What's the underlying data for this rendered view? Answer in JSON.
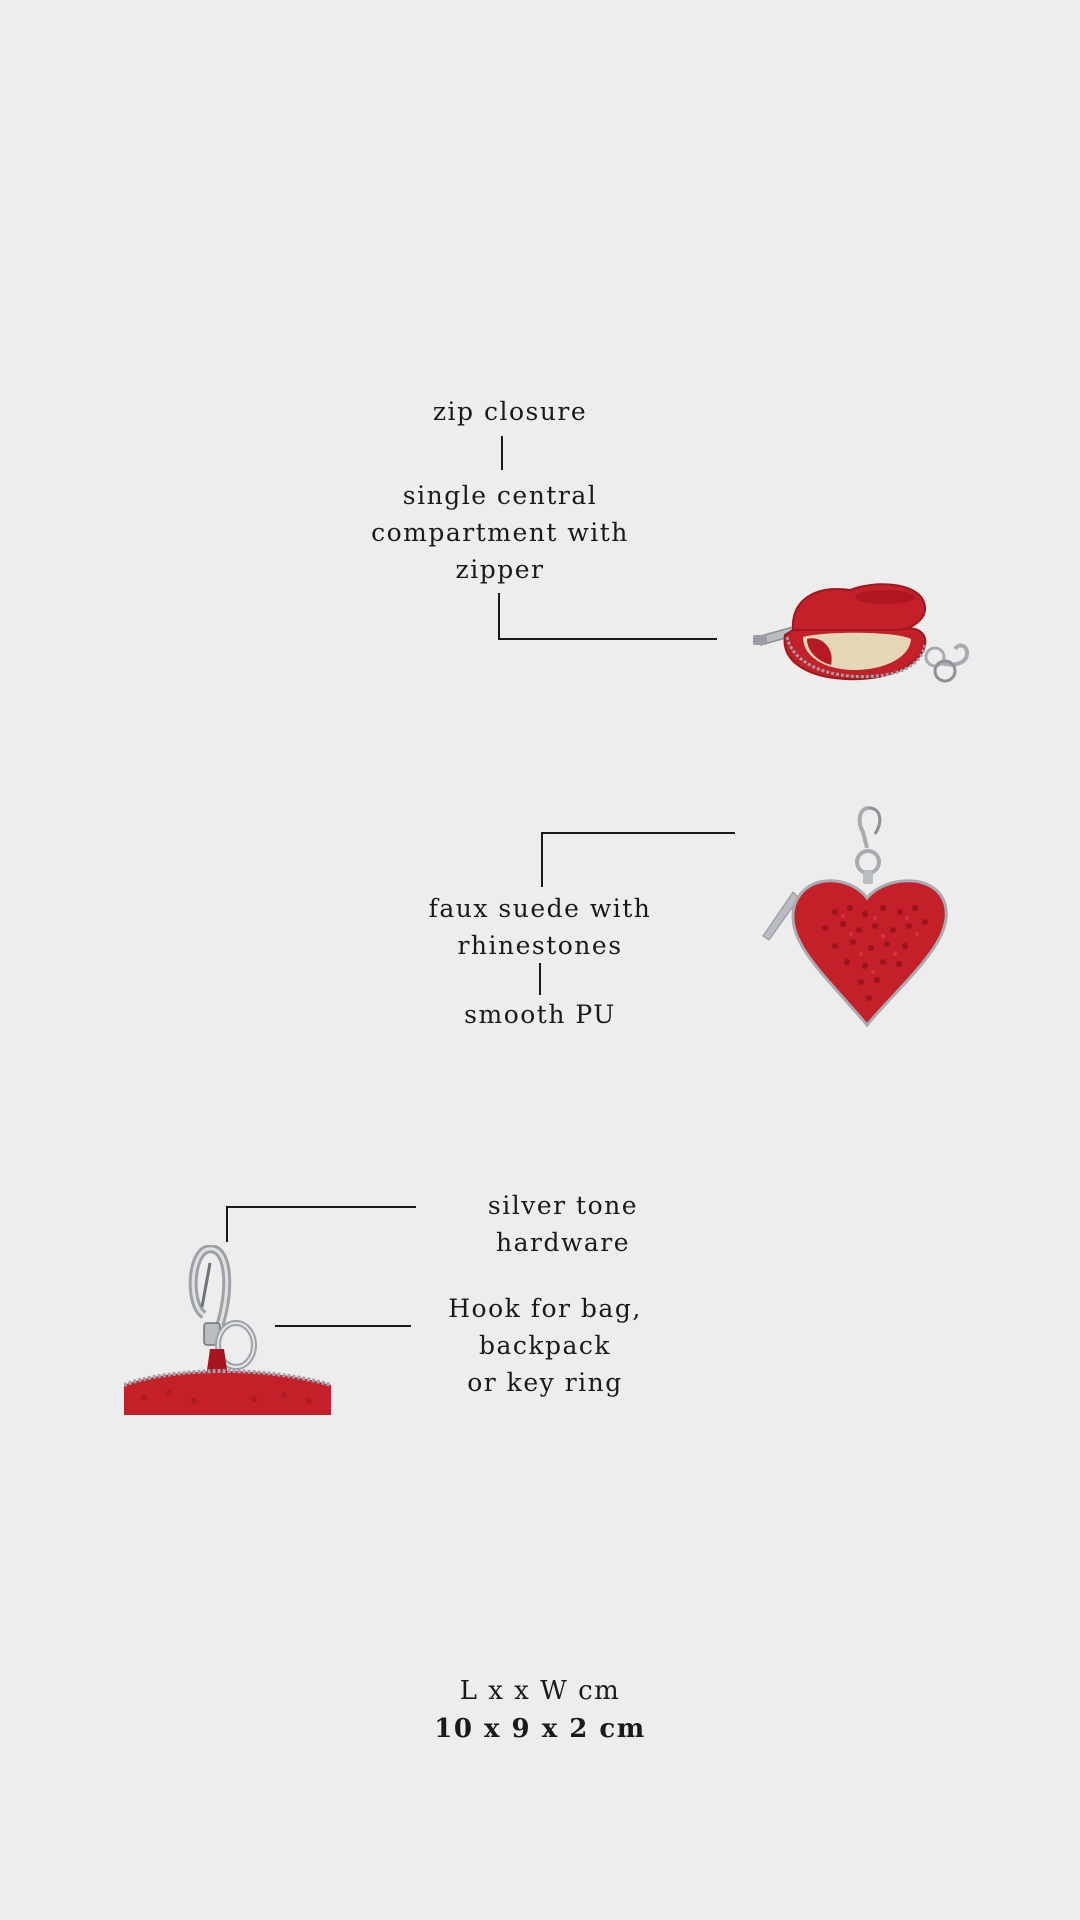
{
  "callouts": {
    "zip_closure": "zip closure",
    "compartment": [
      "single central",
      "compartment with",
      "zipper"
    ],
    "faux_suede": [
      "faux suede with",
      "rhinestones"
    ],
    "smooth_pu": "smooth PU",
    "silver_hardware": "silver tone hardware",
    "hook": [
      "Hook for bag,",
      "backpack",
      "or key ring"
    ]
  },
  "dimensions": {
    "labels": "L  x  x W cm",
    "values": "10 x 9 x 2 cm"
  },
  "colors": {
    "background": "#ededed",
    "text": "#1a1a1a",
    "product_red": "#c4202a",
    "metal": "#b9bcc1",
    "lining": "#e6d6b8"
  },
  "images": {
    "open_purse": "heart-coin-purse-open-icon",
    "front_purse": "heart-coin-purse-front-icon",
    "hook_detail": "hook-hardware-closeup-icon"
  }
}
